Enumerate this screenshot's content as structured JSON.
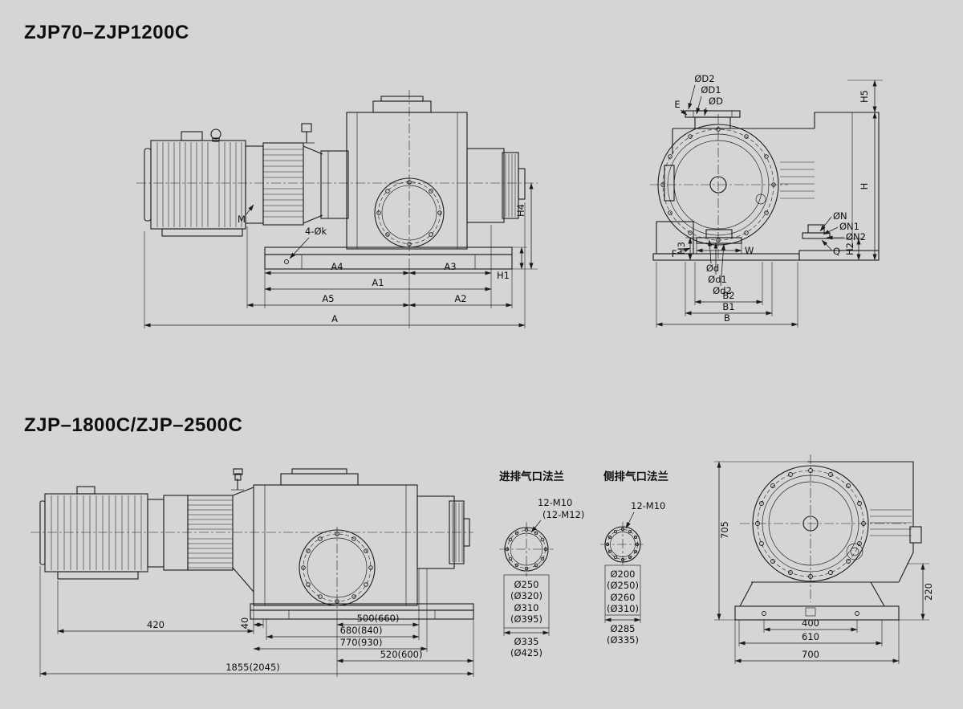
{
  "sheet": {
    "bg": "#d5d6d4",
    "line_color": "#1a1a1a"
  },
  "top_section": {
    "title": "ZJP70–ZJP1200C",
    "side_view": {
      "m": "M",
      "k4": "4-Øk",
      "h4": "H4",
      "h1": "H1",
      "a4": "A4",
      "a3": "A3",
      "a1": "A1",
      "a5": "A5",
      "a2": "A2",
      "a": "A"
    },
    "end_view": {
      "dD2": "ØD2",
      "dD1": "ØD1",
      "dD": "ØD",
      "e": "E",
      "h5": "H5",
      "h": "H",
      "dN": "ØN",
      "dN1": "ØN1",
      "dN2": "ØN2",
      "h2": "H2",
      "q": "Q",
      "w": "W",
      "h3": "H3",
      "f": "F",
      "dd": "Ød",
      "dd1": "Ød1",
      "dd2": "Ød2",
      "b2": "B2",
      "b1": "B1",
      "b": "B"
    }
  },
  "bottom_section": {
    "title": "ZJP–1800C/ZJP–2500C",
    "side_view": {
      "len_420": "420",
      "len_40": "40",
      "len_500": "500(660)",
      "len_680": "680(840)",
      "len_770": "770(930)",
      "len_520": "520(600)",
      "len_1855": "1855(2045)"
    },
    "inlet_flange": {
      "title": "进排气口法兰",
      "bolts": "12-M10",
      "bolts_alt": "(12-M12)",
      "d1": "Ø250",
      "d1_alt": "(Ø320)",
      "d2": "Ø310",
      "d2_alt": "(Ø395)",
      "d3": "Ø335",
      "d3_alt": "(Ø425)"
    },
    "side_flange": {
      "title": "侧排气口法兰",
      "bolts": "12-M10",
      "d1": "Ø200",
      "d1_alt": "(Ø250)",
      "d2": "Ø260",
      "d2_alt": "(Ø310)",
      "d3": "Ø285",
      "d3_alt": "(Ø335)"
    },
    "end_view": {
      "h_705": "705",
      "h_220": "220",
      "w_400": "400",
      "w_610": "610",
      "w_700": "700"
    }
  }
}
